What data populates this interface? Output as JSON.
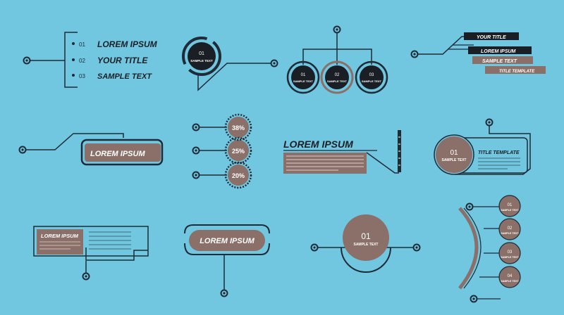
{
  "colors": {
    "background": "#71c6e0",
    "line": "#1f2b36",
    "fill": "#8a7068",
    "white": "#ffffff",
    "dark": "#1a1f26"
  },
  "list": {
    "items": [
      {
        "num": "01",
        "label": "LOREM IPSUM"
      },
      {
        "num": "02",
        "label": "YOUR TITLE"
      },
      {
        "num": "03",
        "label": "SAMPLE TEXT"
      }
    ]
  },
  "circle_badge": {
    "num": "01",
    "text": "SAMPLE TEXT"
  },
  "tree": {
    "nodes": [
      {
        "num": "01",
        "text": "SAMPLE TEXT"
      },
      {
        "num": "02",
        "text": "SAMPLE TEXT"
      },
      {
        "num": "03",
        "text": "SAMPLE TEXT"
      }
    ]
  },
  "stack": {
    "labels": [
      "YOUR TITLE",
      "LOREM IPSUM",
      "SAMPLE TEXT",
      "TITLE TEMPLATE"
    ]
  },
  "banner": {
    "title": "LOREM IPSUM"
  },
  "percents": {
    "values": [
      "38%",
      "25%",
      "20%"
    ]
  },
  "text_block": {
    "title": "LOREM IPSUM"
  },
  "pill_card": {
    "num": "01",
    "text": "SAMPLE TEXT",
    "title": "TITLE TEMPLATE"
  },
  "split_box": {
    "title": "LOREM IPSUM"
  },
  "rounded_banner": {
    "title": "LOREM IPSUM"
  },
  "semicircle": {
    "num": "01",
    "text": "SAMPLE TEXT"
  },
  "arc_list": {
    "nodes": [
      {
        "num": "01",
        "text": "SAMPLE TEXT"
      },
      {
        "num": "02",
        "text": "SAMPLE TEXT"
      },
      {
        "num": "03",
        "text": "SAMPLE TEXT"
      },
      {
        "num": "04",
        "text": "SAMPLE TEXT"
      }
    ]
  }
}
